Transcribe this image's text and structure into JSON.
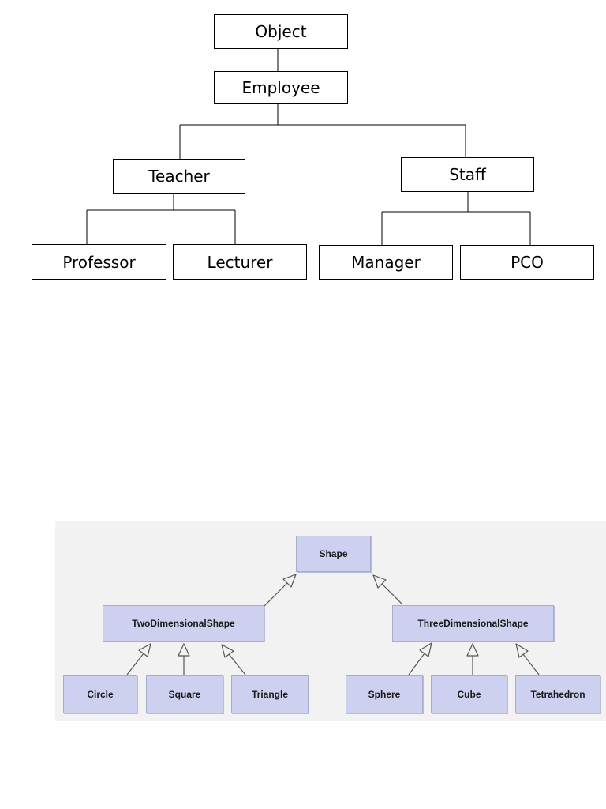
{
  "employee_tree": {
    "object": "Object",
    "employee": "Employee",
    "teacher": "Teacher",
    "staff": "Staff",
    "professor": "Professor",
    "lecturer": "Lecturer",
    "manager": "Manager",
    "pco": "PCO"
  },
  "shape_tree": {
    "shape": "Shape",
    "two_dimensional": "TwoDimensionalShape",
    "three_dimensional": "ThreeDimensionalShape",
    "circle": "Circle",
    "square": "Square",
    "triangle": "Triangle",
    "sphere": "Sphere",
    "cube": "Cube",
    "tetrahedron": "Tetrahedron"
  },
  "colors": {
    "box_fill": "#cdd0ee",
    "panel_bg": "#f2f2f2"
  }
}
